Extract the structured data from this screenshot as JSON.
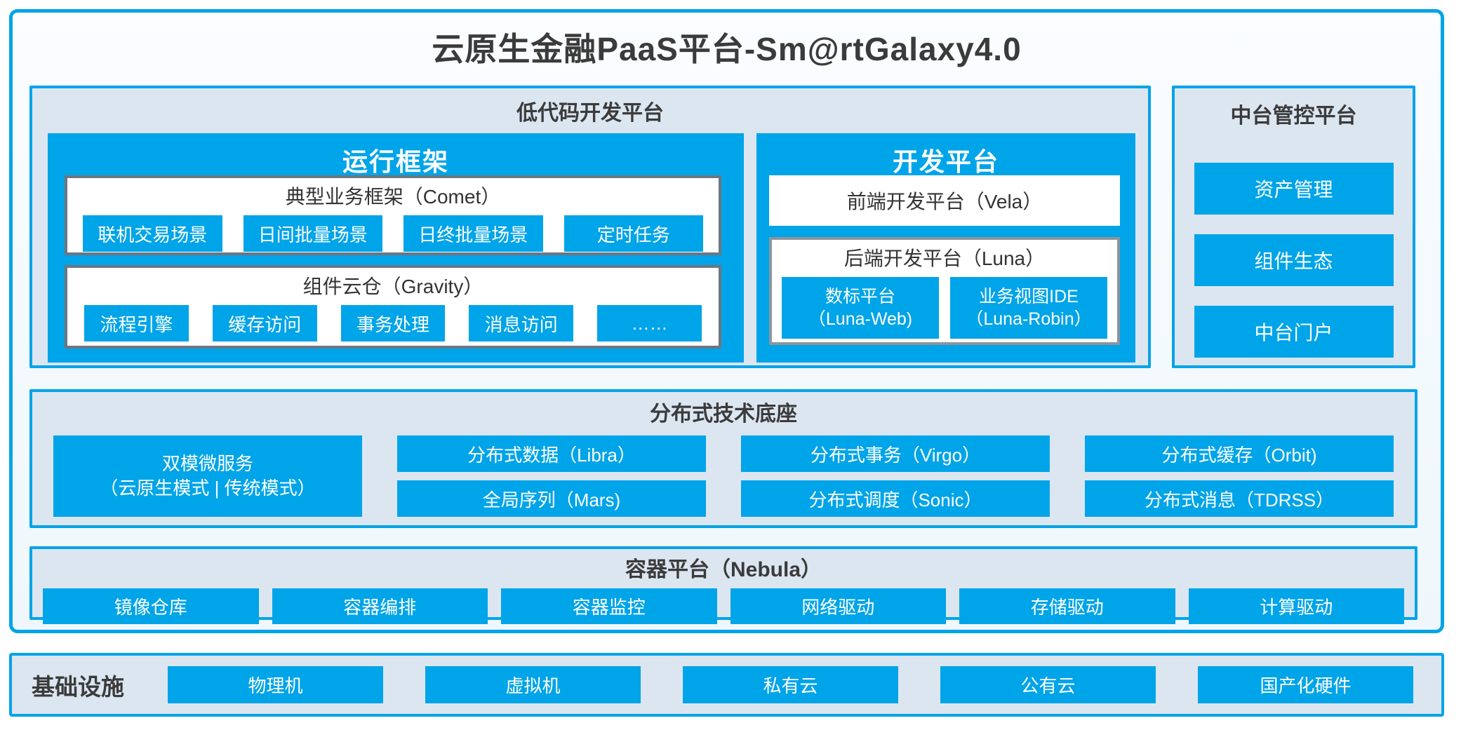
{
  "colors": {
    "accent": "#00A4E8",
    "section_bg": "#DCE6F1",
    "box_border_dark": "#6D7680",
    "box_border_light": "#8D949C",
    "heading_text": "#3B3B3B",
    "box_title_text": "#333333"
  },
  "title": "云原生金融PaaS平台-Sm@rtGalaxy4.0",
  "lowcode": {
    "label": "低代码开发平台",
    "runtime": {
      "title": "运行框架",
      "comet": {
        "title": "典型业务框架（Comet）",
        "items": [
          "联机交易场景",
          "日间批量场景",
          "日终批量场景",
          "定时任务"
        ]
      },
      "gravity": {
        "title": "组件云仓（Gravity）",
        "items": [
          "流程引擎",
          "缓存访问",
          "事务处理",
          "消息访问",
          "……"
        ]
      }
    },
    "dev": {
      "title": "开发平台",
      "vela": "前端开发平台（Vela）",
      "luna": {
        "title": "后端开发平台（Luna）",
        "items": [
          {
            "line1": "数标平台",
            "line2": "（Luna-Web)"
          },
          {
            "line1": "业务视图IDE",
            "line2": "（Luna-Robin）"
          }
        ]
      }
    }
  },
  "midplatform": {
    "label": "中台管控平台",
    "items": [
      "资产管理",
      "组件生态",
      "中台门户"
    ]
  },
  "distributed": {
    "label": "分布式技术底座",
    "dual": {
      "line1": "双模微服务",
      "line2": "（云原生模式 | 传统模式）"
    },
    "row1": [
      "分布式数据（Libra）",
      "分布式事务（Virgo）",
      "分布式缓存（Orbit)"
    ],
    "row2": [
      "全局序列（Mars)",
      "分布式调度（Sonic）",
      "分布式消息（TDRSS）"
    ]
  },
  "container_platform": {
    "label": "容器平台（Nebula）",
    "items": [
      "镜像仓库",
      "容器编排",
      "容器监控",
      "网络驱动",
      "存储驱动",
      "计算驱动"
    ]
  },
  "infrastructure": {
    "label": "基础设施",
    "items": [
      "物理机",
      "虚拟机",
      "私有云",
      "公有云",
      "国产化硬件"
    ]
  }
}
